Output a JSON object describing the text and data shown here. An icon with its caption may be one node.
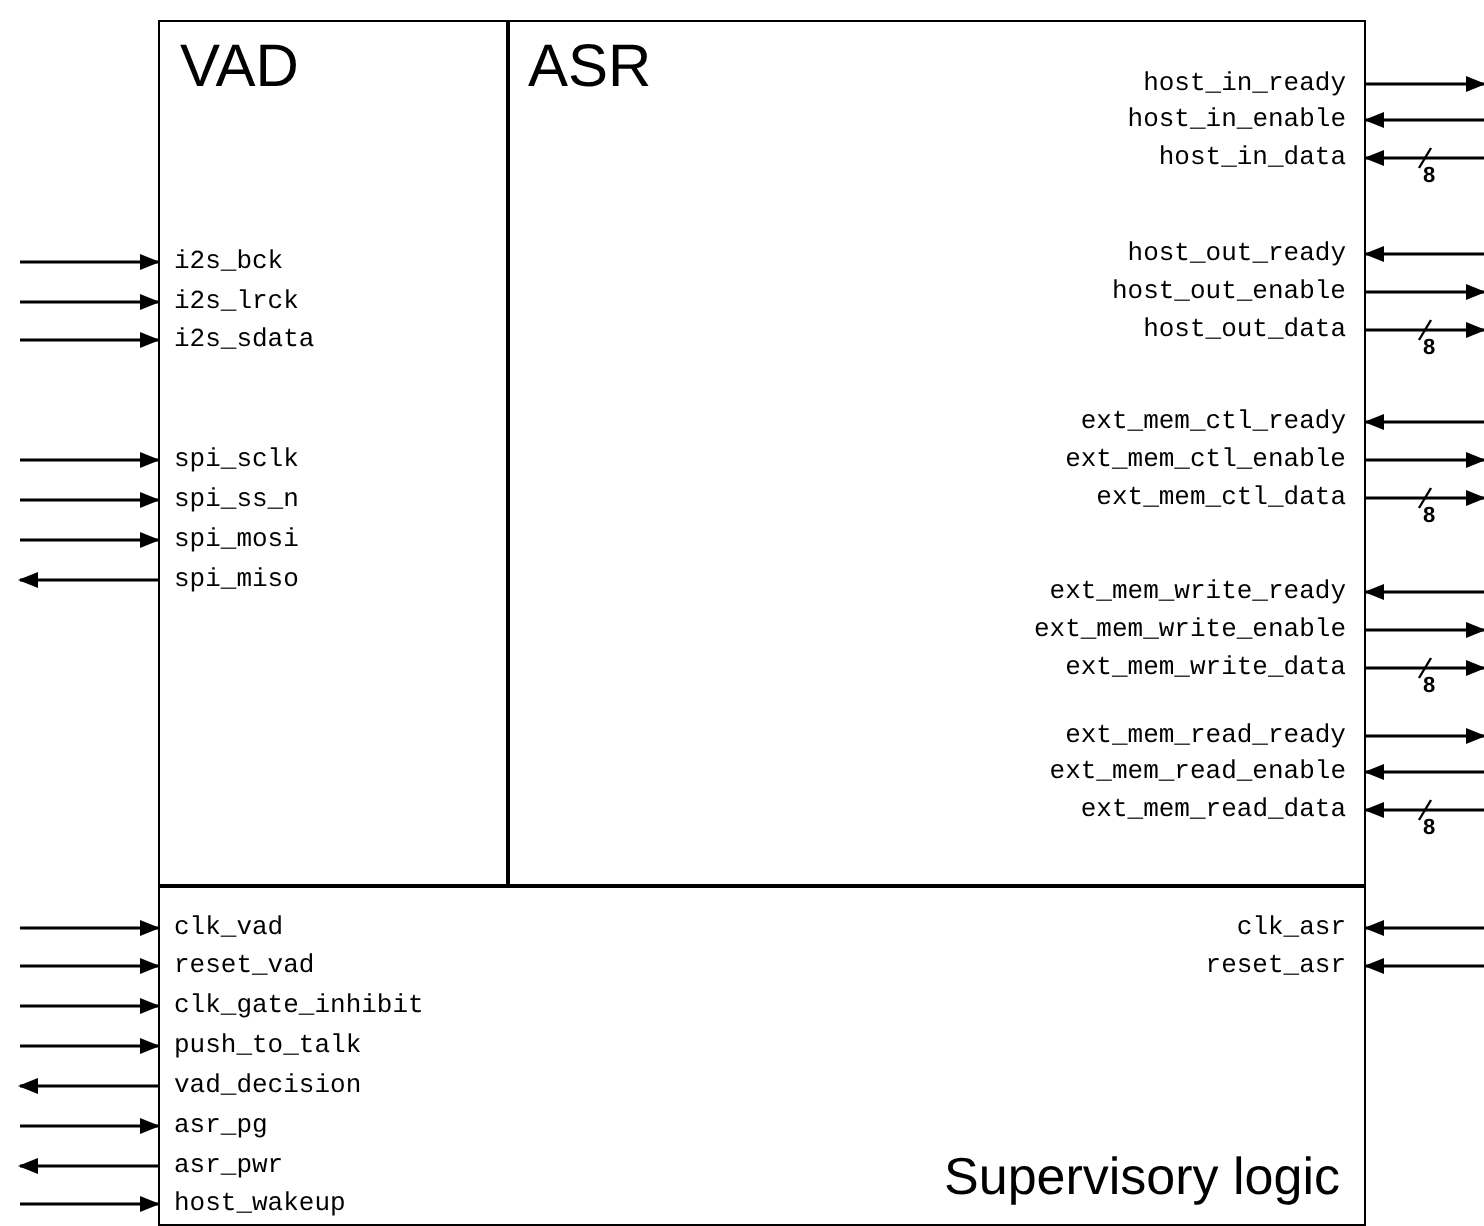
{
  "diagram": {
    "nodes": [
      {
        "text": [
          "VAD"
        ]
      },
      {
        "text": [
          "ASR"
        ]
      },
      {
        "text": [
          "Supervisory logic"
        ]
      }
    ],
    "edges": [
      {
        "from": 1,
        "to": null,
        "arrow": "to"
      },
      {
        "from": null,
        "to": 1,
        "arrow": "to"
      },
      {
        "from": null,
        "to": 1,
        "arrow": "to",
        "label": "8"
      },
      {
        "from": null,
        "to": 1,
        "arrow": "to"
      },
      {
        "from": 1,
        "to": null,
        "arrow": "to"
      },
      {
        "from": 1,
        "to": null,
        "arrow": "to",
        "label": "8"
      },
      {
        "from": null,
        "to": 1,
        "arrow": "to"
      },
      {
        "from": 1,
        "to": null,
        "arrow": "to"
      },
      {
        "from": 1,
        "to": null,
        "arrow": "to",
        "label": "8"
      },
      {
        "from": null,
        "to": 1,
        "arrow": "to"
      },
      {
        "from": 1,
        "to": null,
        "arrow": "to"
      },
      {
        "from": 1,
        "to": null,
        "arrow": "to",
        "label": "8"
      },
      {
        "from": 1,
        "to": null,
        "arrow": "to"
      },
      {
        "from": null,
        "to": 1,
        "arrow": "to"
      },
      {
        "from": null,
        "to": 1,
        "arrow": "to",
        "label": "8"
      },
      {
        "from": null,
        "to": 0,
        "arrow": "to"
      },
      {
        "from": null,
        "to": 0,
        "arrow": "to"
      },
      {
        "from": null,
        "to": 0,
        "arrow": "to"
      },
      {
        "from": null,
        "to": 0,
        "arrow": "to"
      },
      {
        "from": null,
        "to": 0,
        "arrow": "to"
      },
      {
        "from": null,
        "to": 0,
        "arrow": "to"
      },
      {
        "from": 0,
        "to": null,
        "arrow": "to"
      },
      {
        "from": null,
        "to": 2,
        "arrow": "to"
      },
      {
        "from": null,
        "to": 2,
        "arrow": "to"
      },
      {
        "from": null,
        "to": 2,
        "arrow": "to"
      },
      {
        "from": null,
        "to": 2,
        "arrow": "to"
      },
      {
        "from": 2,
        "to": null,
        "arrow": "to"
      },
      {
        "from": null,
        "to": 2,
        "arrow": "to"
      },
      {
        "from": 2,
        "to": null,
        "arrow": "to"
      },
      {
        "from": null,
        "to": 2,
        "arrow": "to"
      },
      {
        "from": null,
        "to": 2,
        "arrow": "to"
      },
      {
        "from": null,
        "to": 2,
        "arrow": "to"
      }
    ],
    "labels": [
      "host_in_ready",
      "host_in_enable",
      "host_in_data",
      "host_out_ready",
      "host_out_enable",
      "host_out_data",
      "ext_mem_ctl_ready",
      "ext_mem_ctl_enable",
      "ext_mem_ctl_data",
      "ext_mem_write_ready",
      "ext_mem_write_enable",
      "ext_mem_write_data",
      "ext_mem_read_ready",
      "ext_mem_read_enable",
      "ext_mem_read_data",
      "i2s_bck",
      "i2s_lrck",
      "i2s_sdata",
      "spi_sclk",
      "spi_ss_n",
      "spi_mosi",
      "spi_miso",
      "clk_vad",
      "reset_vad",
      "clk_gate_inhibit",
      "push_to_talk",
      "vad_decision",
      "asr_pg",
      "asr_pwr",
      "host_wakeup",
      "clk_asr",
      "reset_asr"
    ]
  }
}
